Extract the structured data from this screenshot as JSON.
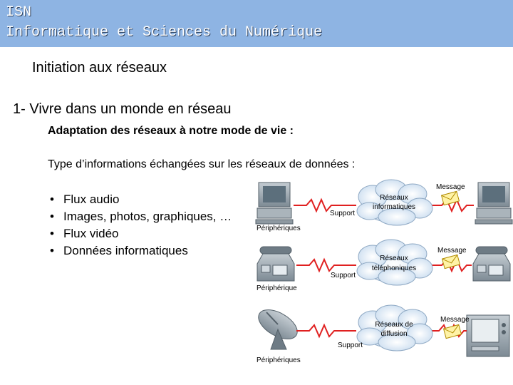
{
  "header": {
    "line1": "ISN",
    "line2": "Informatique et Sciences du Numérique"
  },
  "subtitle": "Initiation aux réseaux",
  "section_title": "1- Vivre dans un monde en réseau",
  "adaptation_label": "Adaptation des réseaux à notre mode de vie :",
  "types_label": "Type d’informations échangées sur les réseaux de données :",
  "bullets": [
    "Flux audio",
    "Images, photos, graphiques, …",
    "Flux vidéo",
    "Données informatiques"
  ],
  "diagram": {
    "rows": [
      {
        "cloud": [
          "Réseaux",
          "informatiques"
        ],
        "message": "Message",
        "support": "Support",
        "peripheral": "Périphériques"
      },
      {
        "cloud": [
          "Réseaux",
          "téléphoniques"
        ],
        "message": "Message",
        "support": "Support",
        "peripheral": "Périphérique"
      },
      {
        "cloud": [
          "Réseaux de",
          "diffusion"
        ],
        "message": "Message",
        "support": "Support",
        "peripheral": "Périphériques"
      }
    ]
  }
}
